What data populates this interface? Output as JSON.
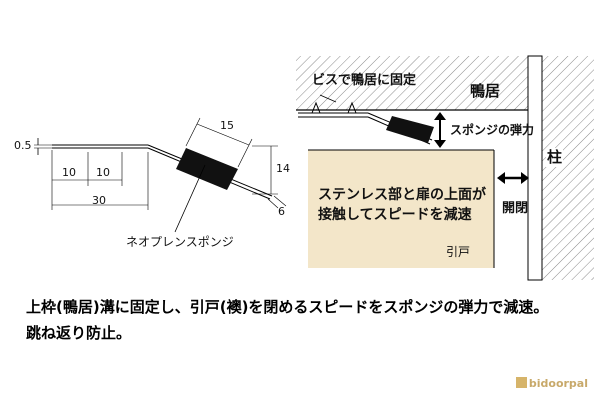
{
  "left_figure": {
    "thickness_label": "0.5",
    "dim_10_a": "10",
    "dim_10_b": "10",
    "dim_30": "30",
    "dim_15": "15",
    "dim_14": "14",
    "dim_6": "6",
    "sponge_label": "ネオプレンスポンジ"
  },
  "right_figure": {
    "screw_label": "ビスで鴨居に固定",
    "lintel_label": "鴨居",
    "sponge_force_label": "スポンジの弾力",
    "pillar_label": "柱",
    "contact_line1": "ステンレス部と扉の上面が",
    "contact_line2": "接触してスピードを減速",
    "open_close_label": "開閉",
    "sliding_door_label": "引戸"
  },
  "caption": {
    "line1": "上枠(鴨居)溝に固定し、引戸(襖)を閉めるスピードをスポンジの弾力で減速。",
    "line2": "跳ね返り防止。"
  },
  "brand": "bidoorpal",
  "colors": {
    "door_fill": "#f3e6c9",
    "hatch": "#777777",
    "sponge": "#111111",
    "brand": "#c8a96a"
  }
}
